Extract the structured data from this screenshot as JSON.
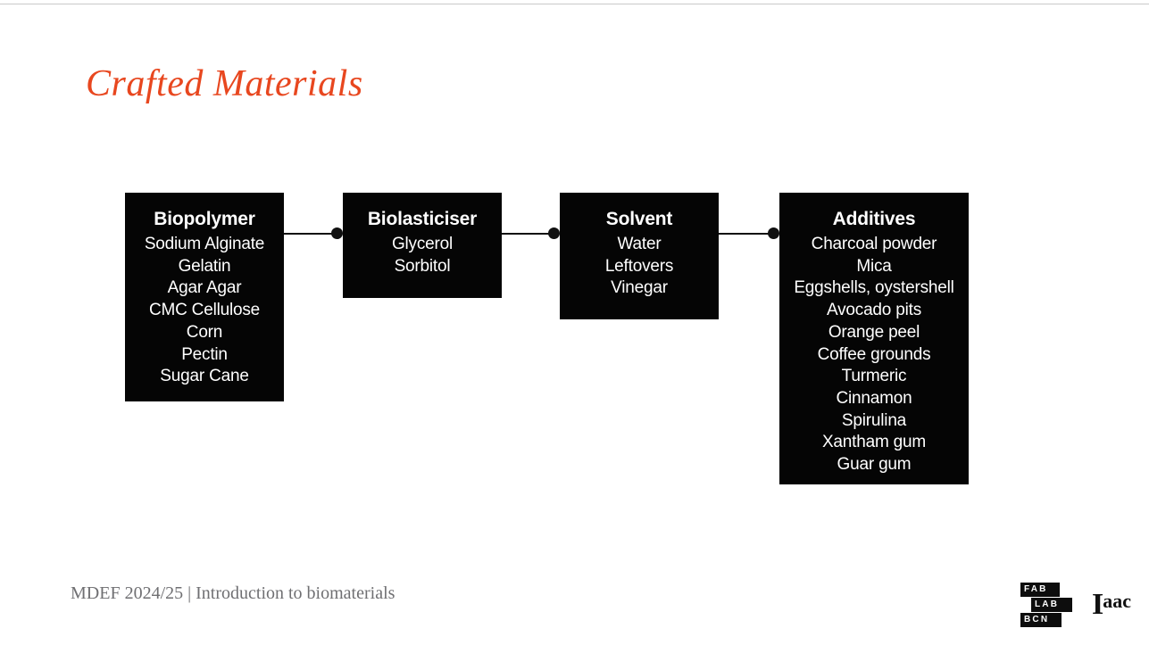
{
  "slide": {
    "title": "Crafted Materials",
    "accent_color": "#e8471f",
    "background_color": "#ffffff",
    "node_background_color": "#050505",
    "node_text_color": "#ffffff",
    "connector_color": "#111111"
  },
  "diagram": {
    "nodes": [
      {
        "id": "biopolymer",
        "title": "Biopolymer",
        "items": [
          "Sodium Alginate",
          "Gelatin",
          "Agar Agar",
          "CMC Cellulose",
          "Corn",
          "Pectin",
          "Sugar Cane"
        ]
      },
      {
        "id": "biolasticiser",
        "title": "Biolasticiser",
        "items": [
          "Glycerol",
          "Sorbitol"
        ]
      },
      {
        "id": "solvent",
        "title": "Solvent",
        "items": [
          "Water",
          "Leftovers",
          "Vinegar"
        ]
      },
      {
        "id": "additives",
        "title": "Additives",
        "items": [
          "Charcoal powder",
          "Mica",
          "Eggshells, oystershell",
          "Avocado pits",
          "Orange peel",
          "Coffee grounds",
          "Turmeric",
          "Cinnamon",
          "Spirulina",
          "Xantham gum",
          "Guar gum"
        ]
      }
    ],
    "connectors": [
      {
        "from": "biopolymer",
        "to": "biolasticiser"
      },
      {
        "from": "biolasticiser",
        "to": "solvent"
      },
      {
        "from": "solvent",
        "to": "additives"
      }
    ]
  },
  "footer": {
    "text": "MDEF 2024/25 | Introduction to biomaterials",
    "logos": {
      "fablab": {
        "line1": "FAB",
        "line2": "LAB",
        "line3": "BCN"
      },
      "iaac": {
        "initial": "I",
        "rest": "aac"
      }
    }
  }
}
